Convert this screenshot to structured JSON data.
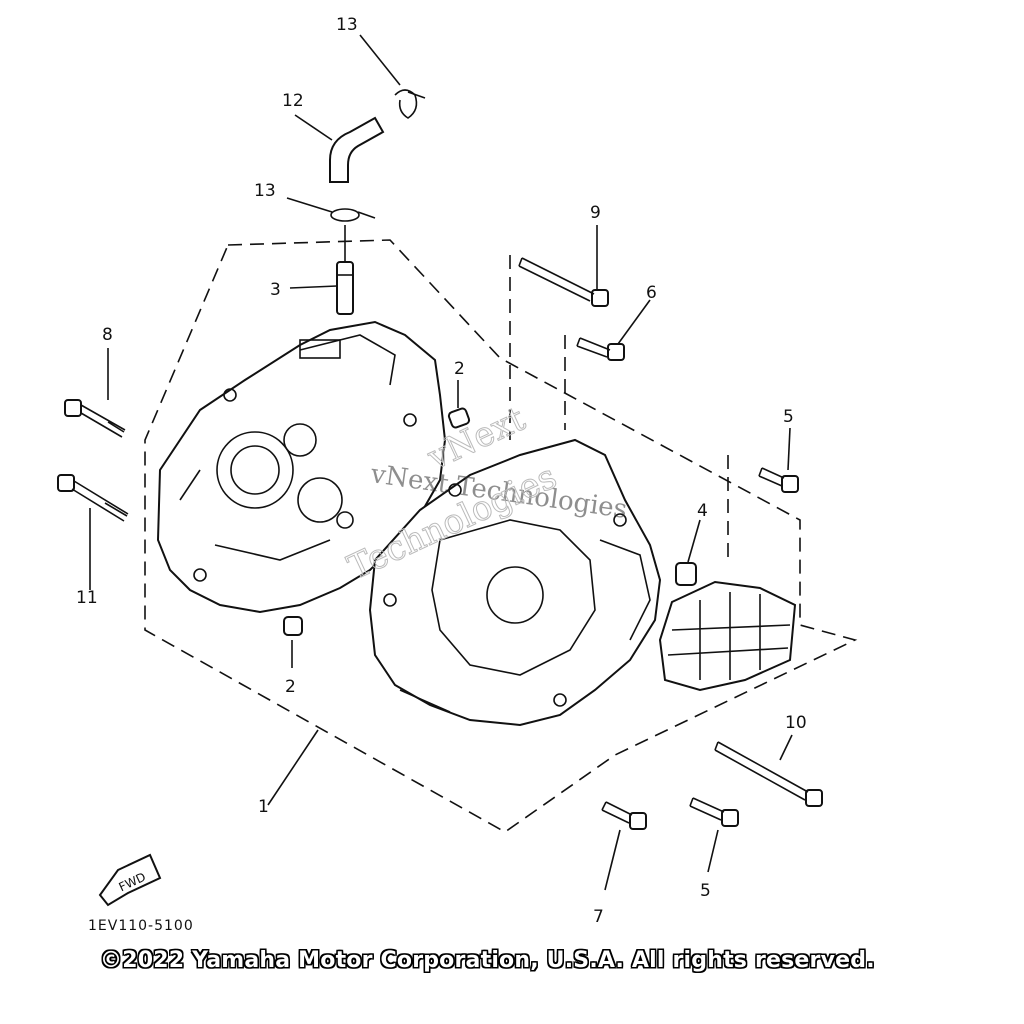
{
  "callouts": {
    "c1": "1",
    "c2a": "2",
    "c2b": "2",
    "c3": "3",
    "c4": "4",
    "c5a": "5",
    "c5b": "5",
    "c6": "6",
    "c7": "7",
    "c8": "8",
    "c9": "9",
    "c10": "10",
    "c11": "11",
    "c12": "12",
    "c13a": "13",
    "c13b": "13"
  },
  "fwd_label": "FWD",
  "drawing_ref": "1EV110-5100",
  "watermark": {
    "line1": "vNext Technologies",
    "line2": "vNext",
    "line3": "Technologies"
  },
  "copyright": "©2022 Yamaha Motor Corporation, U.S.A. All rights reserved."
}
